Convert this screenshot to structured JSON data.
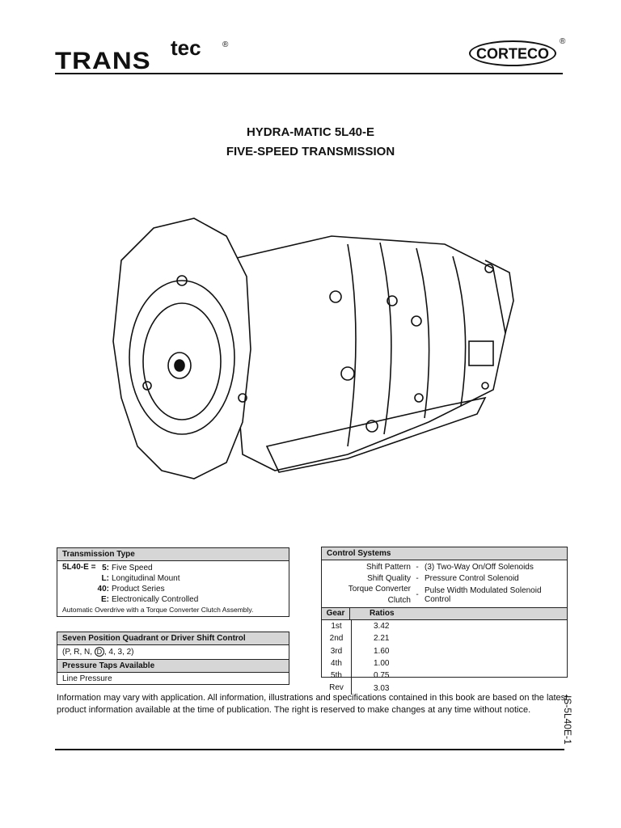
{
  "header": {
    "logo_left": {
      "trans": "TRANS",
      "tec": "tec",
      "reg": "®"
    },
    "logo_right": {
      "name": "CORTECO",
      "reg": "®"
    }
  },
  "title": {
    "line1": "HYDRA-MATIC 5L40-E",
    "line2": "FIVE-SPEED TRANSMISSION"
  },
  "transmission_type": {
    "header": "Transmission Type",
    "code": "5L40-E =",
    "items": [
      {
        "key": "5:",
        "value": "Five Speed"
      },
      {
        "key": "L:",
        "value": "Longitudinal Mount"
      },
      {
        "key": "40:",
        "value": "Product Series"
      },
      {
        "key": "E:",
        "value": "Electronically Controlled"
      }
    ],
    "note": "Automatic Overdrive with a Torque Converter Clutch Assembly."
  },
  "shift_control": {
    "header": "Seven Position Quadrant or Driver Shift Control",
    "value_pre": "(P, R, N, ",
    "value_circled": "D",
    "value_post": ", 4, 3, 2)"
  },
  "pressure_taps": {
    "header": "Pressure Taps Available",
    "value": "Line Pressure"
  },
  "control_systems": {
    "header": "Control Systems",
    "rows": [
      {
        "label": "Shift Pattern",
        "dash": "-",
        "value": "(3) Two-Way On/Off Solenoids"
      },
      {
        "label": "Shift Quality",
        "dash": "-",
        "value": "Pressure Control Solenoid"
      },
      {
        "label": "Torque Converter Clutch",
        "dash": "-",
        "value": "Pulse Width Modulated Solenoid Control"
      }
    ]
  },
  "ratios": {
    "col_gear": "Gear",
    "col_ratio": "Ratios",
    "rows": [
      {
        "gear": "1st",
        "ratio": "3.42"
      },
      {
        "gear": "2nd",
        "ratio": "2.21"
      },
      {
        "gear": "3rd",
        "ratio": "1.60"
      },
      {
        "gear": "4th",
        "ratio": "1.00"
      },
      {
        "gear": "5th",
        "ratio": "0.75"
      },
      {
        "gear": "Rev",
        "ratio": "3.03"
      }
    ]
  },
  "footer": {
    "disclaimer": "Information may vary with application. All information, illustrations and specifications contained in this book are based on the latest product information available at the time of publication. The right is reserved to make changes at any time without notice.",
    "doc_code": "IS-5L40E-1"
  }
}
